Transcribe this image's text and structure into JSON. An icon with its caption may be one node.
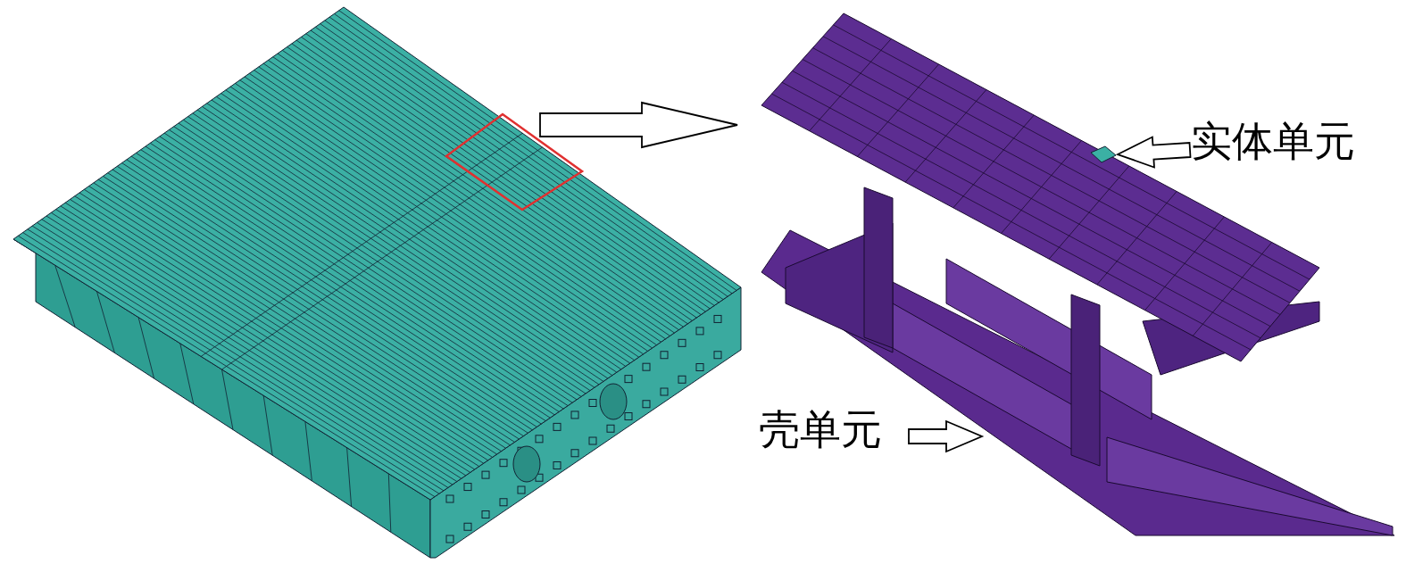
{
  "diagram": {
    "nodes": [
      {
        "text": [],
        "shape": "picture"
      },
      {
        "text": [],
        "shape": "box",
        "in": 0
      },
      {
        "text": [],
        "shape": "picture"
      },
      {
        "text": [
          "实体单元"
        ]
      },
      {
        "text": [],
        "shape": "box",
        "in": 2
      },
      {
        "text": [
          "壳单元"
        ]
      }
    ],
    "edges": [
      {
        "from": 1,
        "to": 2,
        "arrow": "to"
      },
      {
        "from": 3,
        "to": 4,
        "arrow": "to"
      },
      {
        "from": 5,
        "to": 2,
        "arrow": "to"
      }
    ]
  }
}
